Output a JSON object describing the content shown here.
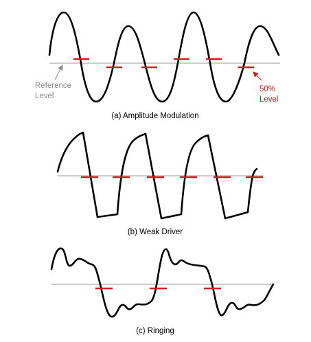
{
  "colors": {
    "wave": "#000000",
    "reference_line": "#9a9a9a",
    "threshold_marker": "#e0141b"
  },
  "panels": [
    {
      "caption": "(a) Amplitude Modulation"
    },
    {
      "caption": "(b) Weak Driver"
    },
    {
      "caption": "(c) Ringing"
    }
  ],
  "annotations": {
    "reference": {
      "line1": "Reference",
      "line2": "Level"
    },
    "threshold": {
      "line1": "50%",
      "line2": "Level"
    }
  }
}
